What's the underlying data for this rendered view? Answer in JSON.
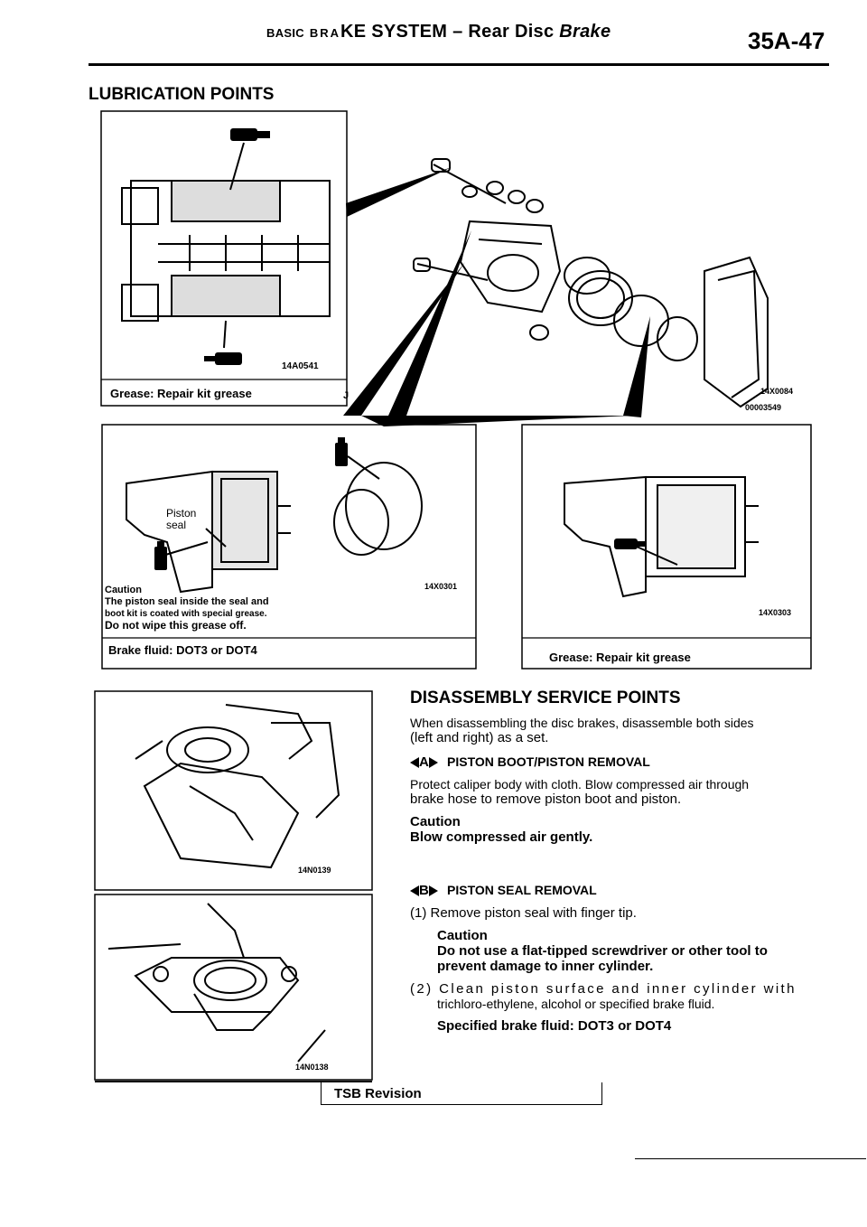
{
  "header": {
    "title_prefix_small": "BASIC",
    "title_mid_small": "BRA",
    "title_rest": "KE SYSTEM",
    "dash": "–",
    "title_section": "Rear Disc",
    "title_brake": "Brake",
    "page_number": "35A-47"
  },
  "lubrication": {
    "heading": "LUBRICATION POINTS",
    "fig1_code": "14A0541",
    "fig1_caption": "Grease: Repair kit grease",
    "fig1_mark": "J",
    "fig_explode_code1": "14X0084",
    "fig_explode_code2": "00003549",
    "fig2_label": "Piston seal",
    "fig2_label_line1": "Piston",
    "fig2_label_line2": "seal",
    "fig2_code": "14X0301",
    "fig2_caution": "Caution",
    "fig2_caution_line1": "The piston seal inside the seal and",
    "fig2_caution_line2": "boot kit is coated with special grease.",
    "fig2_caution_line3": "Do not wipe this grease off.",
    "fig2_fluid_label": "Brake fluid:",
    "fig2_fluid_a": "DOT3",
    "fig2_fluid_or": "or",
    "fig2_fluid_b": "DOT4",
    "fig3_code": "14X0303",
    "fig3_caption": "Grease: Repair kit grease"
  },
  "disassembly": {
    "heading": "DISASSEMBLY SERVICE POINTS",
    "intro_line1": "When disassembling the disc brakes, disassemble both sides",
    "intro_line2": "(left and right) as a set.",
    "pointA_letter": "A",
    "pointA_title": "PISTON BOOT/PISTON REMOVAL",
    "pointA_line1": "Protect caliper body with cloth. Blow compressed air through",
    "pointA_line2": "brake hose to remove piston boot and piston.",
    "pointA_caution": "Caution",
    "pointA_caution_text": "Blow compressed air gently.",
    "pointB_letter": "B",
    "pointB_title": "PISTON SEAL REMOVAL",
    "step1": "(1) Remove piston seal with finger tip.",
    "step1_caution": "Caution",
    "step1_caution_line1": "Do not use a flat-tipped screwdriver or other tool to",
    "step1_caution_line2": "prevent damage to inner cylinder.",
    "step2_line1": "(2) Clean piston surface and inner cylinder with",
    "step2_line2": "trichloro-ethylene, alcohol or specified brake fluid.",
    "step2_spec_label": "Specified brake fluid:",
    "step2_spec_a": "DOT3",
    "step2_spec_or": "or",
    "step2_spec_b": "DOT4",
    "fig4_code": "14N0139",
    "fig5_code": "14N0138"
  },
  "footer": {
    "tsb": "TSB Revision"
  }
}
